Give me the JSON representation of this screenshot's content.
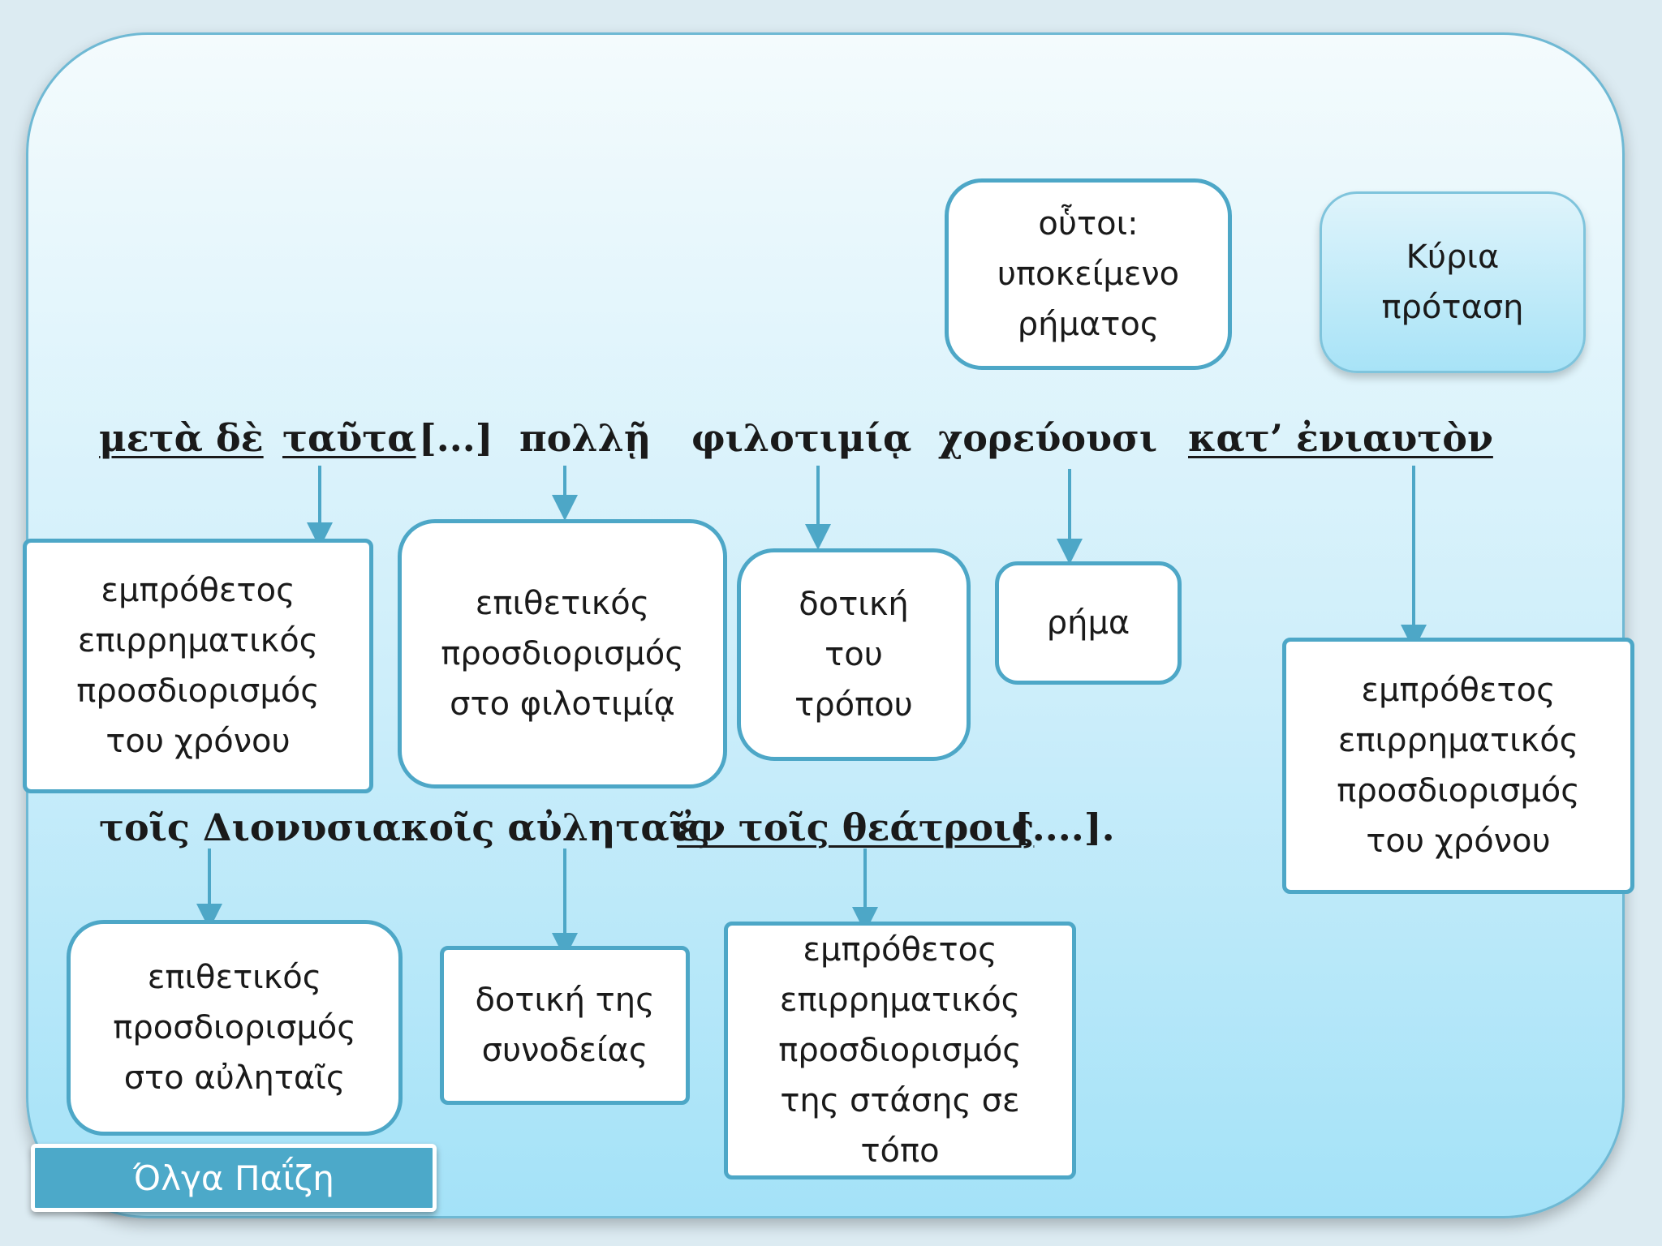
{
  "sentence_line1": {
    "meta_de": "μετὰ δὲ",
    "tauta": "ταῦτα",
    "ellipsis": "[...]",
    "pollh": "πολλῇ",
    "filotimia": "φιλοτιμίᾳ",
    "xoreuousi": "χορεύουσι",
    "kat_eniauton": "κατ’ ἐνιαυτὸν"
  },
  "sentence_line2": {
    "tois_dionysiakois": "τοῖς Διονυσιακοῖς αὐληταῖς",
    "en_tois_theatrois": "ἐν τοῖς θεάτροις",
    "ellipsis_end": "[....]."
  },
  "boxes": {
    "subject": [
      "οὗτοι:",
      "υποκείμενο",
      "ρήματος"
    ],
    "kyria": [
      "Κύρια",
      "πρόταση"
    ],
    "meta_tauta": [
      "εμπρόθετος",
      "επιρρηματικός",
      "προσδιορισμός",
      "του χρόνου"
    ],
    "pollh": [
      "επιθετικός",
      "προσδιορισμός",
      "στο φιλοτιμίᾳ"
    ],
    "filotimia": [
      "δοτική",
      "του",
      "τρόπου"
    ],
    "xoreuousi": [
      "ρήμα"
    ],
    "kat_eniauton": [
      "εμπρόθετος",
      "επιρρηματικός",
      "προσδιορισμός",
      "του χρόνου"
    ],
    "dionysiakois": [
      "επιθετικός",
      "προσδιορισμός",
      "στο αὐληταῖς"
    ],
    "aulhtais": [
      "δοτική της",
      "συνοδείας"
    ],
    "theatrois": [
      "εμπρόθετος",
      "επιρρηματικός",
      "προσδιορισμός",
      "της στάσης σε",
      "τόπο"
    ]
  },
  "author": "Όλγα Παΐζη",
  "colors": {
    "accent": "#4da7c7",
    "author_bg": "#4ca9c9",
    "text": "#1a1a1a"
  }
}
